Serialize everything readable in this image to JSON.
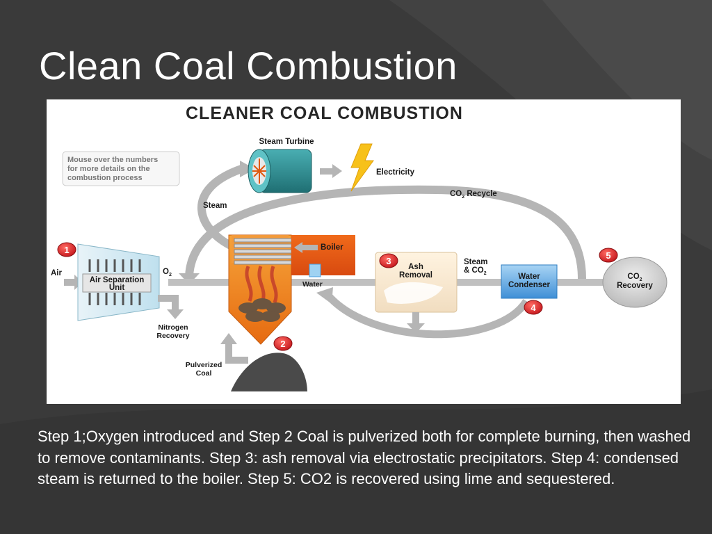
{
  "slide": {
    "title": "Clean Coal Combustion",
    "caption": "Step 1;Oxygen introduced and Step 2 Coal is pulverized both for complete burning, then washed to remove contaminants. Step 3: ash removal via electrostatic precipitators. Step 4: condensed steam is returned to the boiler. Step 5: CO2 is recovered using lime and sequestered."
  },
  "diagram": {
    "title": "CLEANER COAL COMBUSTION",
    "hint": [
      "Mouse over the numbers",
      "for more details on the",
      "combustion process"
    ],
    "labels": {
      "steam_turbine": "Steam Turbine",
      "electricity": "Electricity",
      "co2_recycle_a": "CO",
      "co2_recycle_sub": "2",
      "co2_recycle_b": " Recycle",
      "steam": "Steam",
      "boiler": "Boiler",
      "air": "Air",
      "asu_line1": "Air Separation",
      "asu_line2": "Unit",
      "o2_a": "O",
      "o2_sub": "2",
      "water": "Water",
      "ash_line1": "Ash",
      "ash_line2": "Removal",
      "steam_co2_line1": "Steam",
      "steam_co2_line2a": "& CO",
      "steam_co2_sub": "2",
      "condenser_line1": "Water",
      "condenser_line2": "Condenser",
      "co2_rec_line1a": "CO",
      "co2_rec_sub": "2",
      "co2_rec_line2": "Recovery",
      "nitrogen_line1": "Nitrogen",
      "nitrogen_line2": "Recovery",
      "coal_line1": "Pulverized",
      "coal_line2": "Coal"
    },
    "steps": [
      "1",
      "2",
      "3",
      "4",
      "5"
    ],
    "colors": {
      "step_badge": "#d9262b",
      "boiler_orange": "#f08a1e",
      "condenser_blue": "#4a9ee0",
      "arrow_gray": "#aaaaaa",
      "turbine_teal": "#2d8a8e"
    }
  }
}
